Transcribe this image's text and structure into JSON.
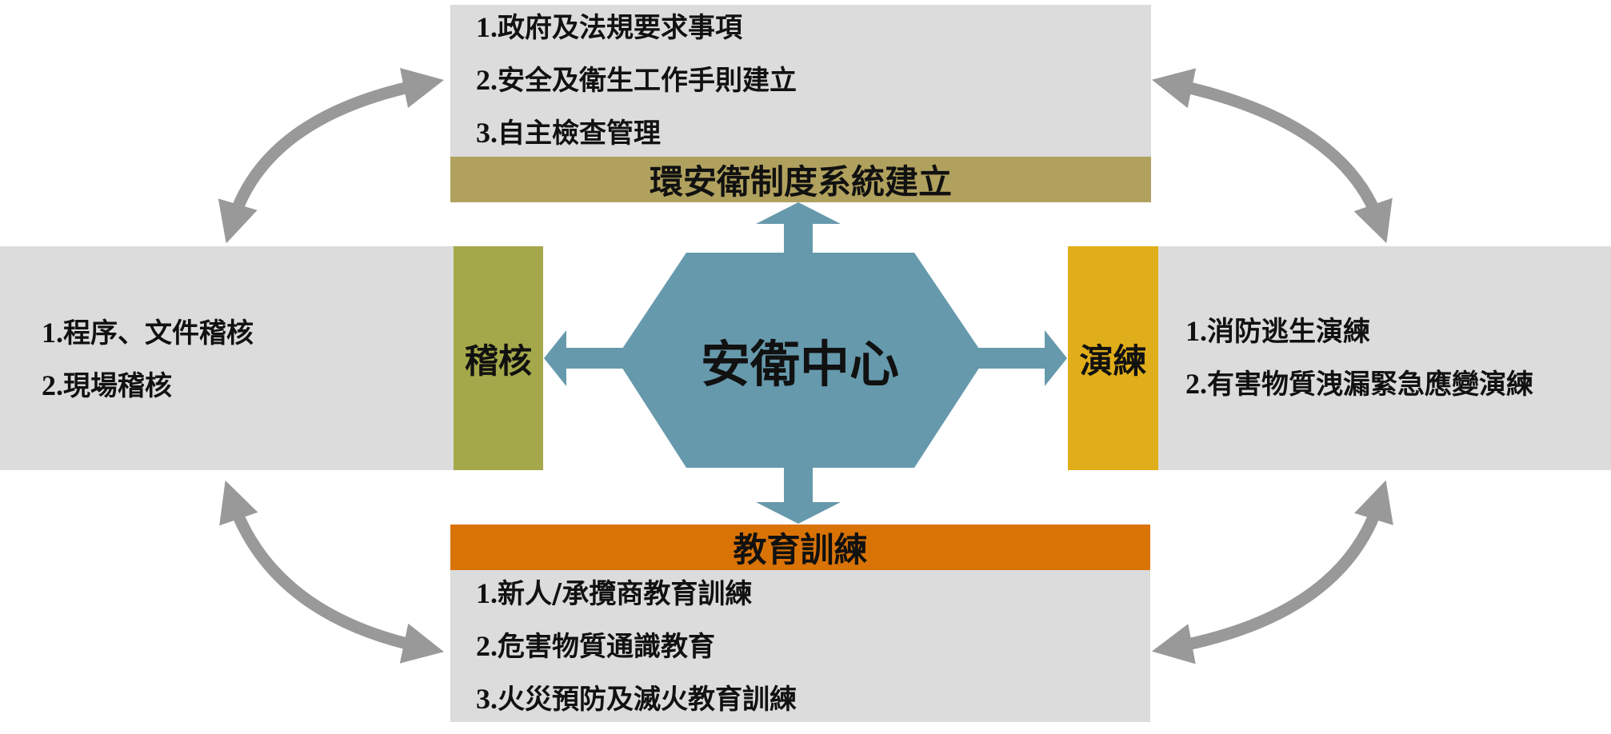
{
  "center": {
    "label": "安衛中心"
  },
  "top": {
    "title": "環安衛制度系統建立",
    "items": [
      {
        "num": "1.",
        "text": "政府及法規要求事項"
      },
      {
        "num": "2.",
        "text": "安全及衛生工作手則建立"
      },
      {
        "num": "3.",
        "text": "自主檢查管理"
      }
    ]
  },
  "left": {
    "title": "稽核",
    "items": [
      {
        "num": "1.",
        "text": "程序、文件稽核"
      },
      {
        "num": "2.",
        "text": "現場稽核"
      }
    ]
  },
  "right": {
    "title": "演練",
    "items": [
      {
        "num": "1.",
        "text": "消防逃生演練"
      },
      {
        "num": "2.",
        "text": "有害物質洩漏緊急應變演練"
      }
    ]
  },
  "bottom": {
    "title": "教育訓練",
    "items": [
      {
        "num": "1.",
        "text": "新人/承攬商教育訓練"
      },
      {
        "num": "2.",
        "text": "危害物質通識教育"
      },
      {
        "num": "3.",
        "text": "火災預防及滅火教育訓練"
      }
    ]
  },
  "colors": {
    "panel": "#dcdcdc",
    "top_bar": "#b0a15e",
    "left_bar": "#a4a84a",
    "right_bar": "#e0ae1a",
    "bottom_bar": "#d97306",
    "hub": "#6699ac",
    "cycle_arrow": "#999999"
  }
}
